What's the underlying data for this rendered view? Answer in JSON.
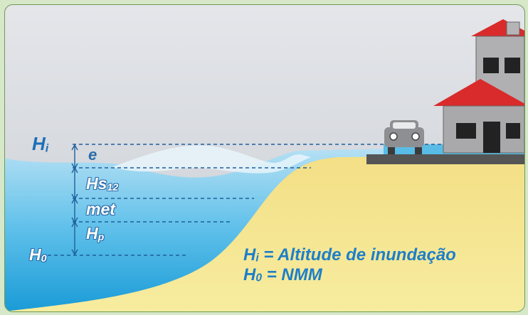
{
  "labels": {
    "hi_main": "H",
    "hi_sub": "i",
    "e": "e",
    "hs_main": "Hs",
    "hs_sub": "12",
    "met": "met",
    "hp_main": "H",
    "hp_sub": "p",
    "h0_main": "H",
    "h0_sub": "0"
  },
  "legend": {
    "line1_main": "H",
    "line1_sub": "i",
    "line1_text": " = Altitude de inundação",
    "line2_main": "H",
    "line2_sub": "0",
    "line2_text": " = NMM"
  },
  "colors": {
    "water_light": "#b4dff3",
    "water_deep": "#2aa7dd",
    "sand": "#f4e58e",
    "dash_line": "#1f5f9c",
    "roof": "#d92b2b",
    "house_wall": "#a7a7a9",
    "legend_text": "#1d7fc9"
  }
}
